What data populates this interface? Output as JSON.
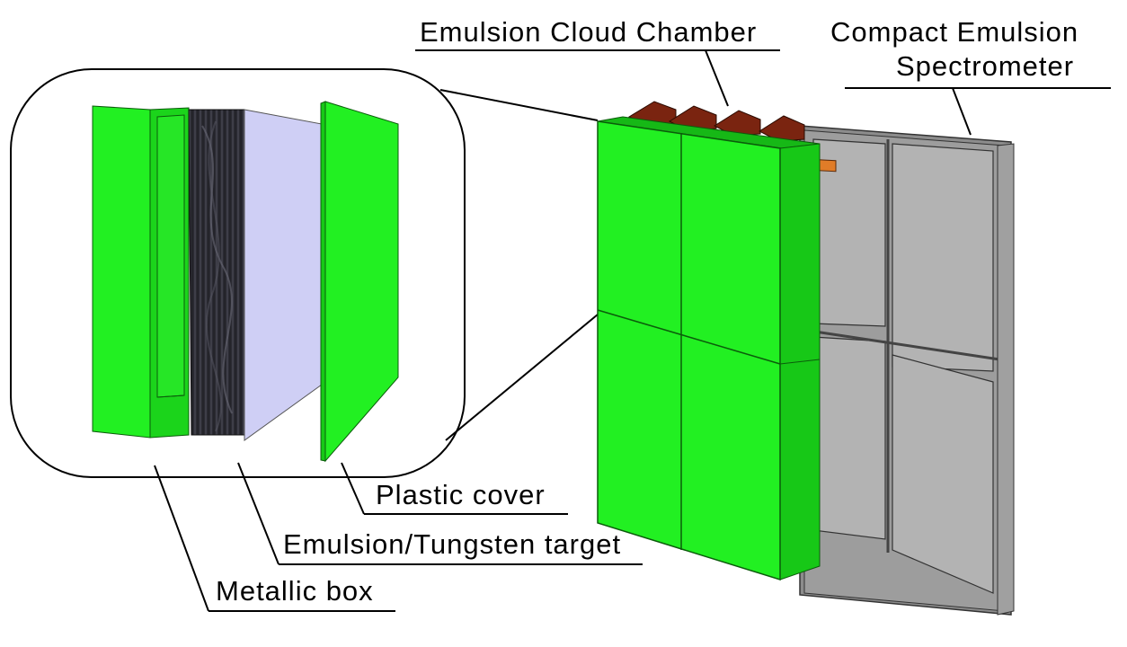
{
  "labels": {
    "emulsion_cloud_chamber": "Emulsion Cloud Chamber",
    "compact_emulsion_line1": "Compact Emulsion",
    "compact_emulsion_line2": "Spectrometer",
    "plastic_cover": "Plastic cover",
    "emulsion_tungsten_target": "Emulsion/Tungsten target",
    "metallic_box": "Metallic box"
  },
  "colors": {
    "brick_green": "#22f022",
    "brick_green_dark": "#17c817",
    "target_dark": "#2b2b33",
    "target_light": "#cfcff5",
    "spectrometer_gray": "#b3b3b3",
    "frame_gray": "#8c8c8c",
    "top_brown": "#7a2410",
    "top_orange": "#e07c28"
  }
}
